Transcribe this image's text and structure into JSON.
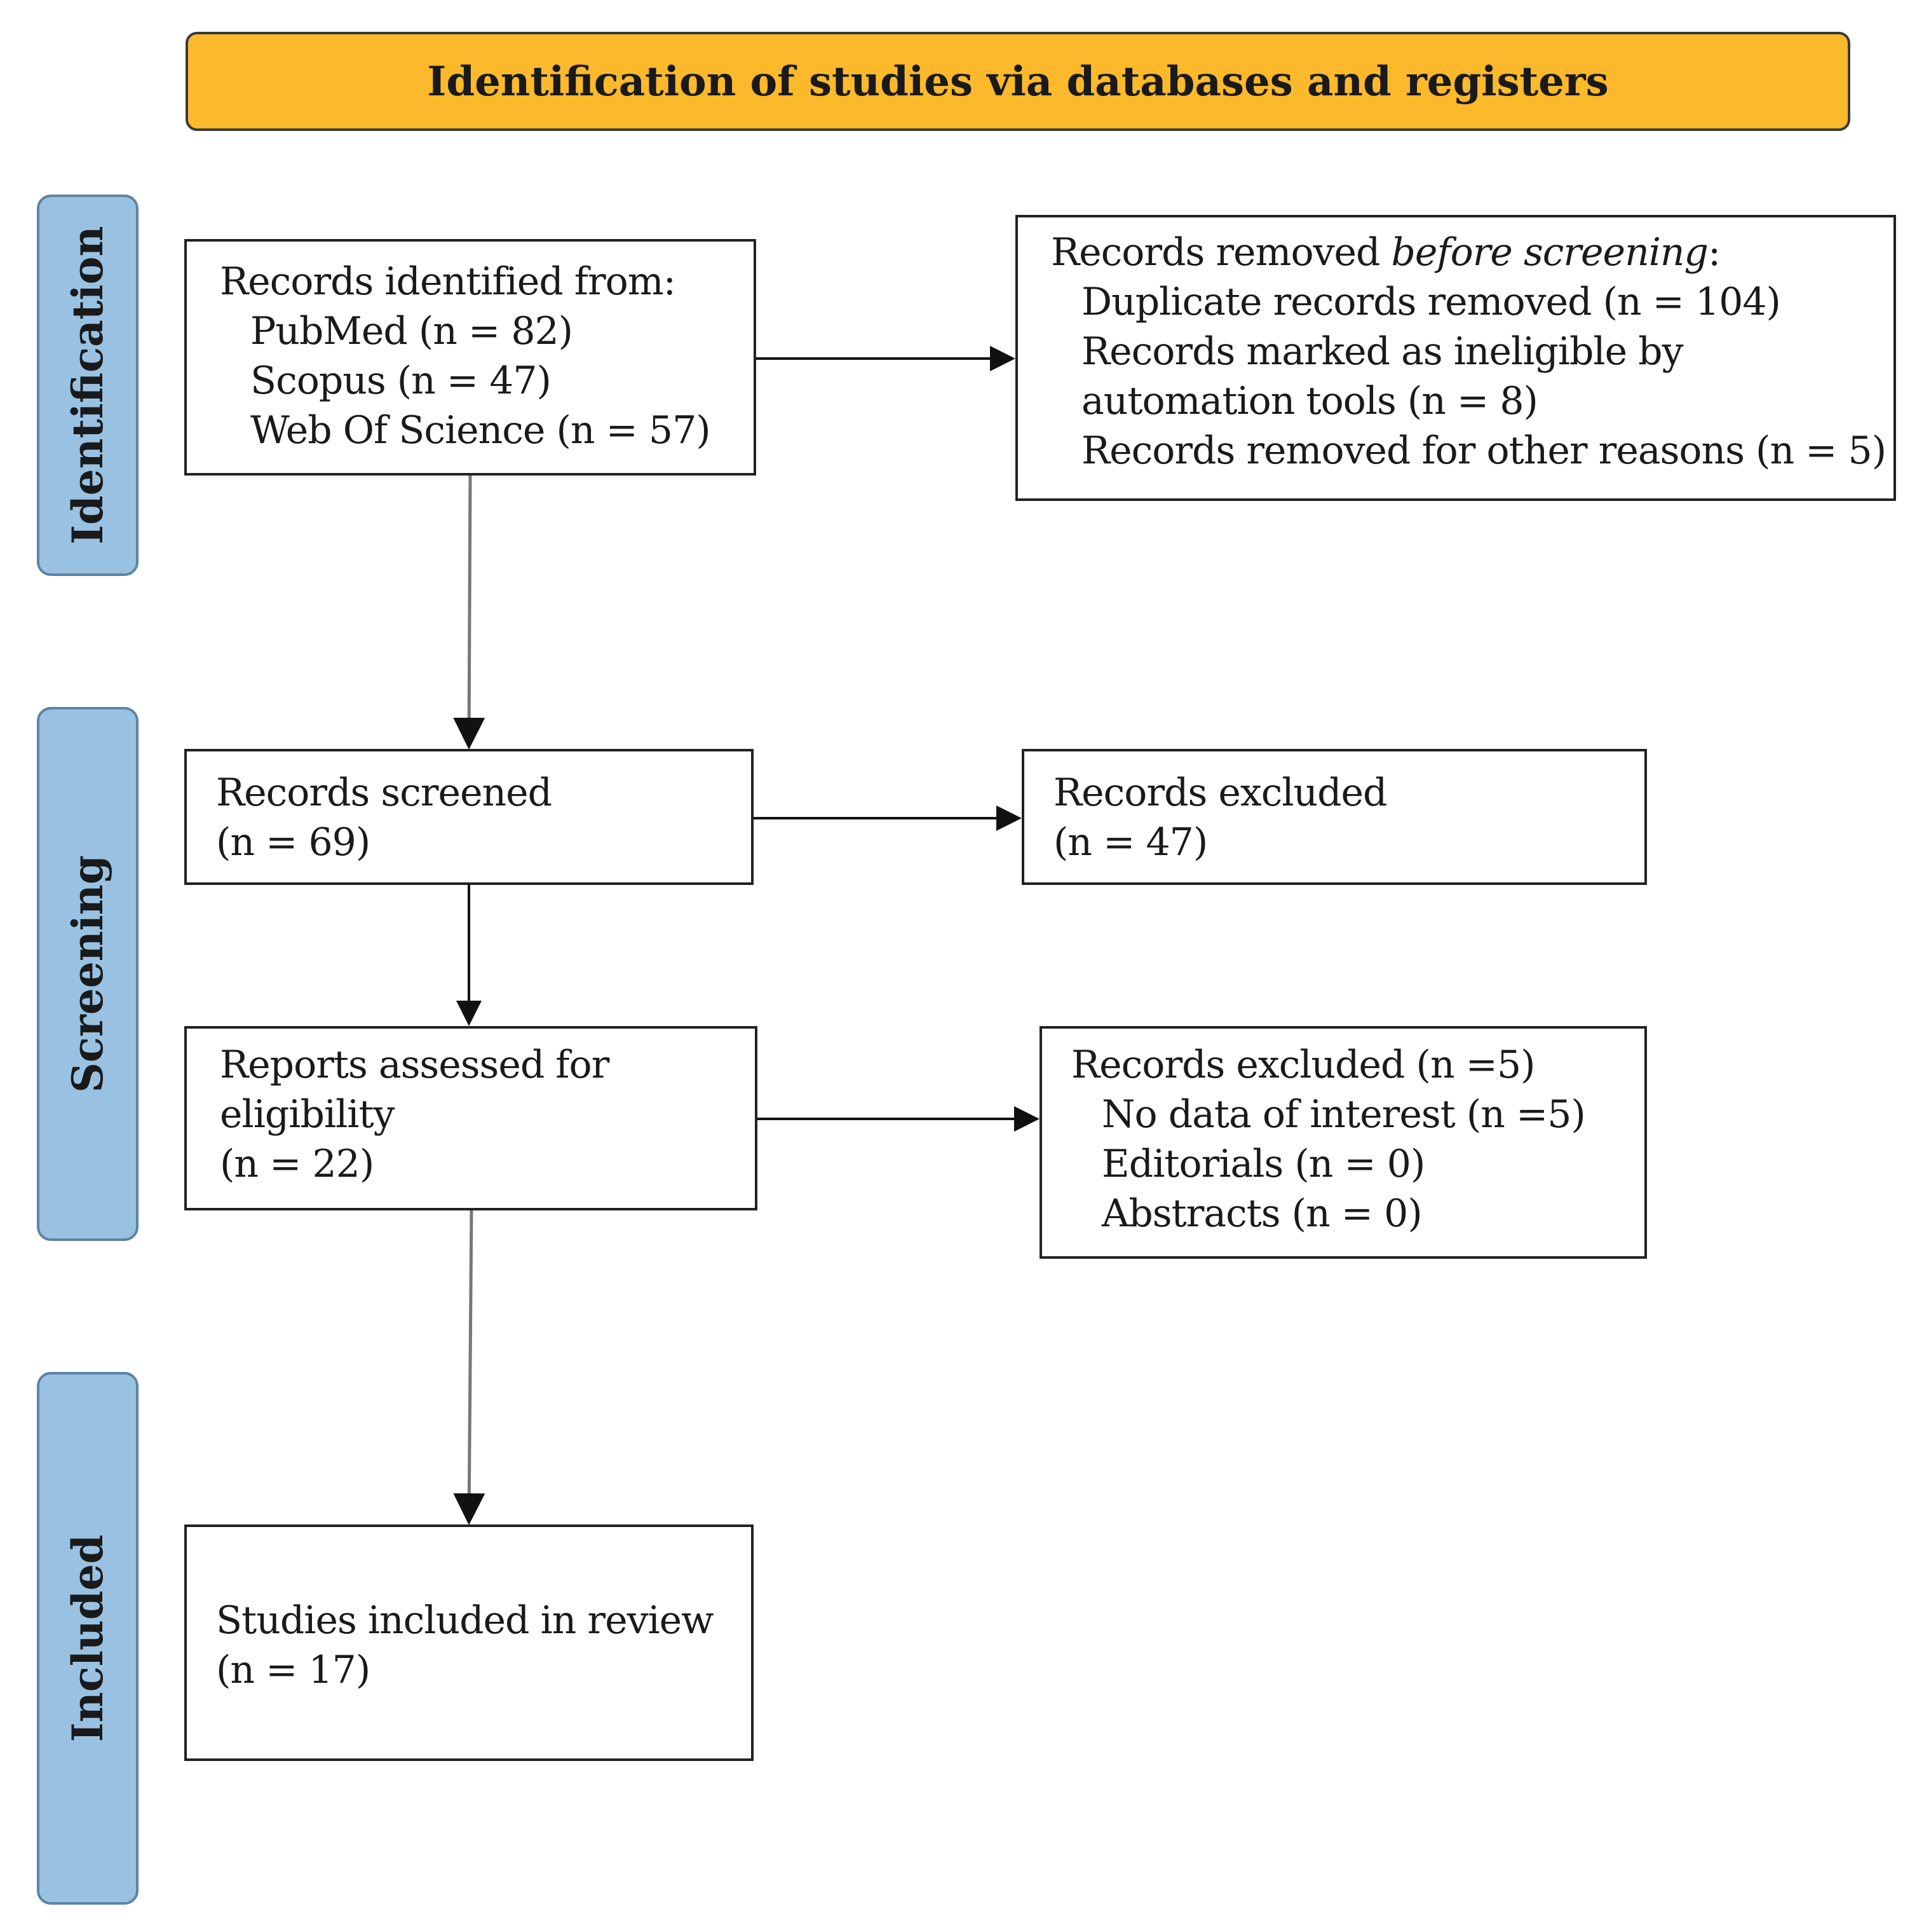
{
  "header": {
    "title": "Identification of studies via databases and registers"
  },
  "phases": {
    "identification": "Identification",
    "screening": "Screening",
    "included": "Included"
  },
  "boxes": {
    "identified": {
      "title": "Records identified from:",
      "items": [
        "PubMed (n = 82)",
        "Scopus (n = 47)",
        "Web Of Science (n = 57)"
      ]
    },
    "removed": {
      "title_prefix": "Records removed ",
      "title_italic": "before screening",
      "title_suffix": ":",
      "items": [
        "Duplicate records removed (n = 104)",
        "Records marked as ineligible by",
        "automation tools (n = 8)",
        "Records removed for other reasons (n = 5)"
      ]
    },
    "screened": {
      "title": "Records screened",
      "count": "(n = 69)"
    },
    "excluded": {
      "title": "Records excluded",
      "count": "(n = 47)"
    },
    "assessed": {
      "title": "Reports assessed for",
      "title2": "eligibility",
      "count": "(n = 22)"
    },
    "excluded2": {
      "title": "Records excluded (n =5)",
      "items": [
        "No data of interest (n =5)",
        "Editorials (n = 0)",
        "Abstracts (n = 0)"
      ]
    },
    "included": {
      "title": "Studies included in review",
      "count": "(n = 17)"
    }
  }
}
